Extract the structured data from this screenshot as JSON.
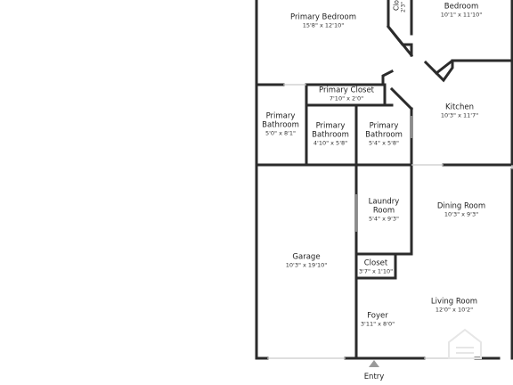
{
  "rooms": {
    "primary_bedroom": {
      "name": "Primary Bedroom",
      "dim": "15'8\" x 12'10\""
    },
    "bedroom": {
      "name": "Bedroom",
      "dim": "10'1\" x 11'10\""
    },
    "closet_top": {
      "name": "Clo",
      "dim": "2'3\""
    },
    "primary_closet": {
      "name": "Primary Closet",
      "dim": "7'10\" x 2'0\""
    },
    "primary_bathroom_1": {
      "name": "Primary Bathroom",
      "dim": "5'0\" x 8'1\""
    },
    "primary_bathroom_2": {
      "name": "Primary Bathroom",
      "dim": "4'10\" x 5'8\""
    },
    "primary_bathroom_3": {
      "name": "Primary Bathroom",
      "dim": "5'4\" x 5'8\""
    },
    "kitchen": {
      "name": "Kitchen",
      "dim": "10'3\" x 11'7\""
    },
    "laundry_room": {
      "name": "Laundry Room",
      "dim": "5'4\" x 9'3\""
    },
    "dining_room": {
      "name": "Dining Room",
      "dim": "10'3\" x 9'3\""
    },
    "garage": {
      "name": "Garage",
      "dim": "10'3\" x 19'10\""
    },
    "closet": {
      "name": "Closet",
      "dim": "3'7\" x 1'10\""
    },
    "foyer": {
      "name": "Foyer",
      "dim": "3'11\" x 8'0\""
    },
    "living_room": {
      "name": "Living Room",
      "dim": "12'0\" x 10'2\""
    }
  },
  "entry_label": "Entry",
  "colors": {
    "wall": "#2b2b2b",
    "background": "#ffffff",
    "text": "#222222"
  }
}
